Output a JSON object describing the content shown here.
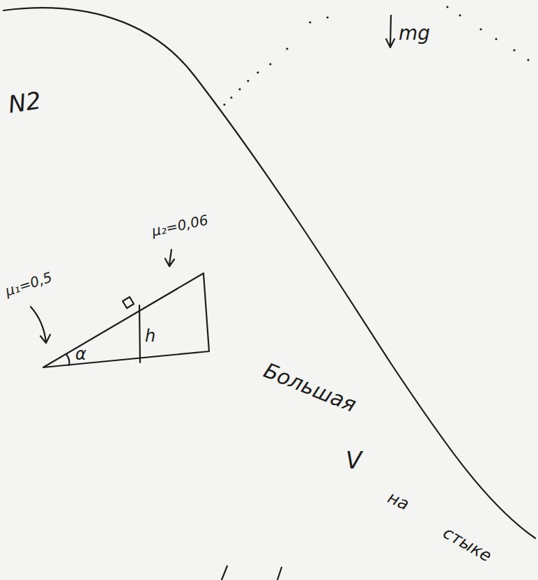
{
  "diagram": {
    "labels": [
      "N2",
      "μ₁=0,5",
      "μ₂=0,06",
      "α",
      "h",
      "mg",
      "Большая",
      "V",
      "на",
      "стыке"
    ]
  }
}
